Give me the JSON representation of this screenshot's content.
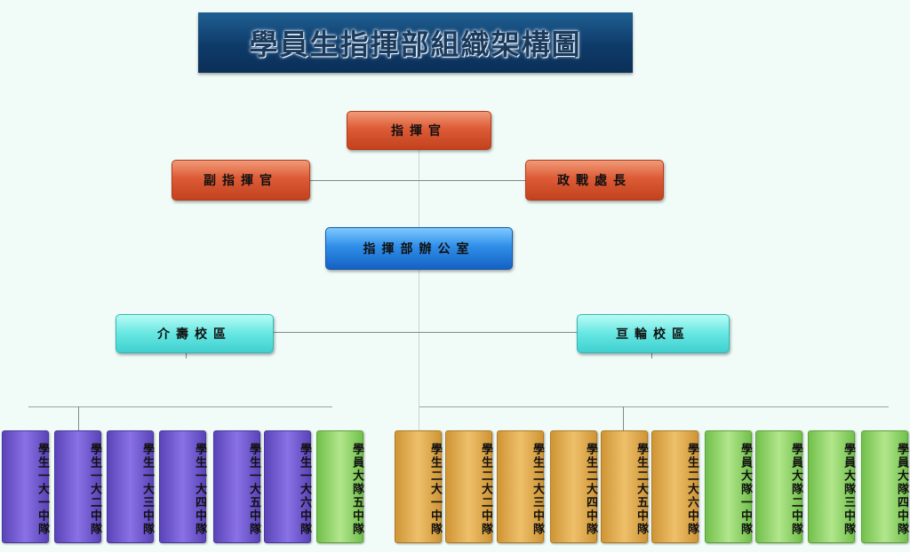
{
  "title": "學員生指揮部組織架構圖",
  "commander": "指揮官",
  "deputy_commander": "副指揮官",
  "political_warfare_chief": "政戰處長",
  "office": "指揮部辦公室",
  "campus_left": "介壽校區",
  "campus_right": "亘輪校區",
  "left_units": [
    {
      "label": "學生一大一中隊",
      "color": "purple"
    },
    {
      "label": "學生一大二中隊",
      "color": "purple"
    },
    {
      "label": "學生一大三中隊",
      "color": "purple"
    },
    {
      "label": "學生一大四中隊",
      "color": "purple"
    },
    {
      "label": "學生一大五中隊",
      "color": "purple"
    },
    {
      "label": "學生一大六中隊",
      "color": "purple"
    },
    {
      "label": "學員大隊五中隊",
      "color": "green"
    }
  ],
  "right_units": [
    {
      "label": "學生二大一中隊",
      "color": "orange"
    },
    {
      "label": "學生二大二中隊",
      "color": "orange"
    },
    {
      "label": "學生二大三中隊",
      "color": "orange"
    },
    {
      "label": "學生二大四中隊",
      "color": "orange"
    },
    {
      "label": "學生二大五中隊",
      "color": "orange"
    },
    {
      "label": "學生二大六中隊",
      "color": "orange"
    },
    {
      "label": "學員大隊一中隊",
      "color": "green"
    },
    {
      "label": "學員大隊二中隊",
      "color": "green"
    },
    {
      "label": "學員大隊三中隊",
      "color": "green"
    },
    {
      "label": "學員大隊四中隊",
      "color": "green"
    }
  ]
}
